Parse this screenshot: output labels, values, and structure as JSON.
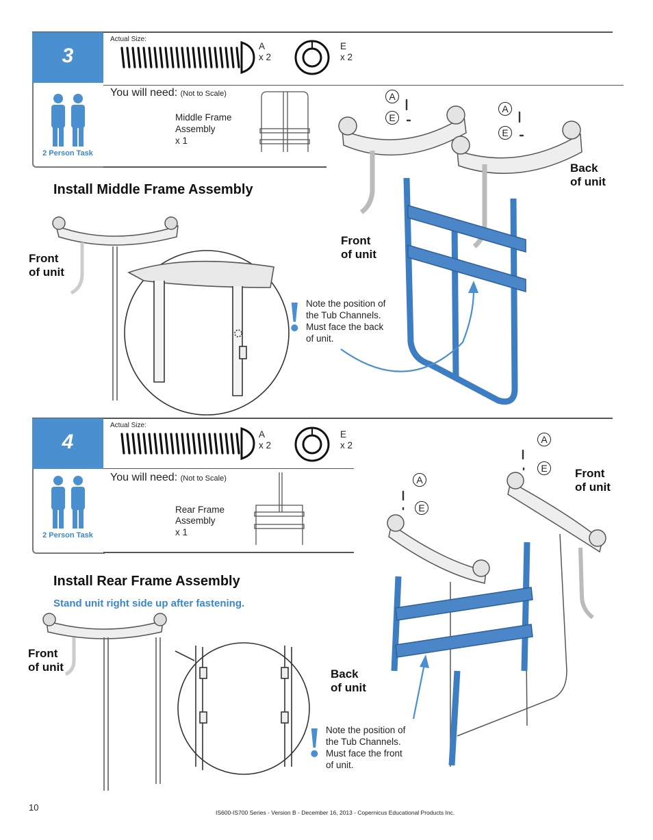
{
  "step3": {
    "number": "3",
    "actual_size": "Actual Size:",
    "part_a": {
      "letter": "A",
      "qty": "x 2"
    },
    "part_e": {
      "letter": "E",
      "qty": "x 2"
    },
    "you_will_need": "You will need:",
    "not_to_scale": "(Not to Scale)",
    "item_lines": [
      "Middle Frame",
      "Assembly",
      "x 1"
    ],
    "person_task": "2 Person Task",
    "heading": "Install Middle Frame Assembly",
    "front_label_left": [
      "Front",
      "of unit"
    ],
    "front_label_right": [
      "Front",
      "of unit"
    ],
    "back_label": [
      "Back",
      "of unit"
    ],
    "callout_a1": "A",
    "callout_e1": "E",
    "callout_a2": "A",
    "callout_e2": "E",
    "note_mark": "!",
    "note_lines": [
      "Note the position of",
      "the Tub Channels.",
      "Must face the back",
      "of unit."
    ]
  },
  "step4": {
    "number": "4",
    "actual_size": "Actual Size:",
    "part_a": {
      "letter": "A",
      "qty": "x 2"
    },
    "part_e": {
      "letter": "E",
      "qty": "x 2"
    },
    "you_will_need": "You will need:",
    "not_to_scale": "(Not to Scale)",
    "item_lines": [
      "Rear Frame",
      "Assembly",
      "x 1"
    ],
    "person_task": "2 Person Task",
    "heading": "Install Rear Frame Assembly",
    "subheading": "Stand unit right side up after fastening.",
    "front_label_left": [
      "Front",
      "of unit"
    ],
    "front_label_right": [
      "Front",
      "of unit"
    ],
    "back_label": [
      "Back",
      "of unit"
    ],
    "callout_a1": "A",
    "callout_e1": "E",
    "callout_a2": "A",
    "callout_e2": "E",
    "note_mark": "!",
    "note_lines": [
      "Note the position of",
      "the Tub Channels.",
      "Must face the front",
      "of unit."
    ]
  },
  "footer": {
    "page_number": "10",
    "doc_info": "IS600-IS700 Series - Version B - December 16, 2013 - Copernicus Educational Products Inc."
  },
  "colors": {
    "accent": "#4a8fcf",
    "frame_blue": "#4a86c8",
    "line": "#555555"
  }
}
